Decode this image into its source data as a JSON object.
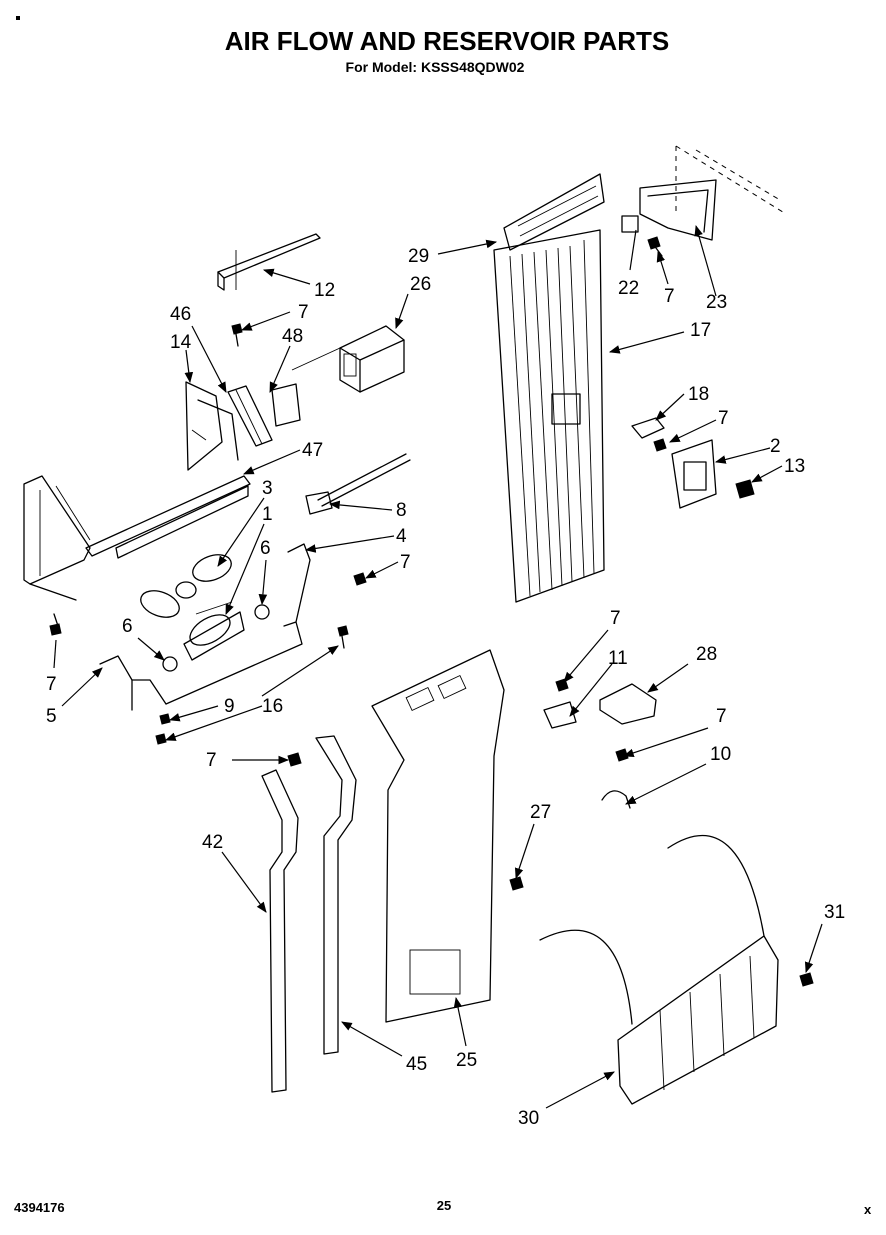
{
  "header": {
    "title": "AIR FLOW AND RESERVOIR PARTS",
    "subtitle": "For Model: KSSS48QDW02"
  },
  "footer": {
    "document_number": "4394176",
    "page_number": "25",
    "corner_mark": "x"
  },
  "callouts": [
    {
      "id": "c12",
      "label": "12"
    },
    {
      "id": "c26",
      "label": "26"
    },
    {
      "id": "c46",
      "label": "46"
    },
    {
      "id": "c7a",
      "label": "7"
    },
    {
      "id": "c48",
      "label": "48"
    },
    {
      "id": "c14",
      "label": "14"
    },
    {
      "id": "c29",
      "label": "29"
    },
    {
      "id": "c22",
      "label": "22"
    },
    {
      "id": "c7b",
      "label": "7"
    },
    {
      "id": "c23",
      "label": "23"
    },
    {
      "id": "c17",
      "label": "17"
    },
    {
      "id": "c18",
      "label": "18"
    },
    {
      "id": "c7c",
      "label": "7"
    },
    {
      "id": "c2",
      "label": "2"
    },
    {
      "id": "c13",
      "label": "13"
    },
    {
      "id": "c47",
      "label": "47"
    },
    {
      "id": "c3",
      "label": "3"
    },
    {
      "id": "c8",
      "label": "8"
    },
    {
      "id": "c1",
      "label": "1"
    },
    {
      "id": "c4",
      "label": "4"
    },
    {
      "id": "c6a",
      "label": "6"
    },
    {
      "id": "c7d",
      "label": "7"
    },
    {
      "id": "c7e",
      "label": "7"
    },
    {
      "id": "c6b",
      "label": "6"
    },
    {
      "id": "c5",
      "label": "5"
    },
    {
      "id": "c9",
      "label": "9"
    },
    {
      "id": "c16",
      "label": "16"
    },
    {
      "id": "c7f",
      "label": "7"
    },
    {
      "id": "c11",
      "label": "11"
    },
    {
      "id": "c28",
      "label": "28"
    },
    {
      "id": "c7g",
      "label": "7"
    },
    {
      "id": "c10",
      "label": "10"
    },
    {
      "id": "c7h",
      "label": "7"
    },
    {
      "id": "c27",
      "label": "27"
    },
    {
      "id": "c42",
      "label": "42"
    },
    {
      "id": "c31",
      "label": "31"
    },
    {
      "id": "c45",
      "label": "45"
    },
    {
      "id": "c25",
      "label": "25"
    },
    {
      "id": "c30",
      "label": "30"
    }
  ]
}
